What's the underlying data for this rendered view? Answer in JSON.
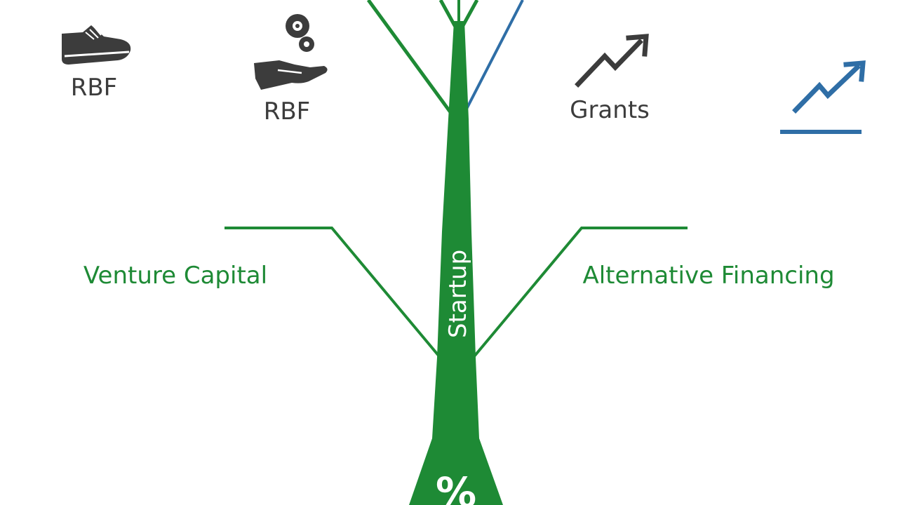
{
  "icons": [
    {
      "name": "sneaker-icon",
      "label": "RBF"
    },
    {
      "name": "hand-coins-icon",
      "label": "RBF"
    },
    {
      "name": "trend-up-icon",
      "label": "Grants"
    },
    {
      "name": "trend-up-baseline-icon",
      "label": ""
    }
  ],
  "branches": {
    "left": "Venture Capital",
    "right": "Alternative Financing"
  },
  "trunk": {
    "label": "Startup",
    "base_symbol": "%"
  },
  "colors": {
    "trunk_green": "#1e8a35",
    "branch_blue": "#2f6ea6",
    "icon_dark": "#3c3c3c"
  }
}
